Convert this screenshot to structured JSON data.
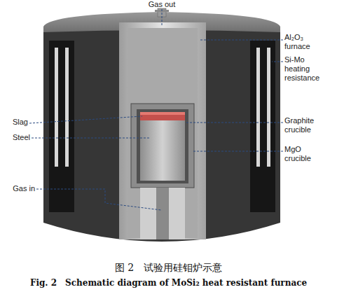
{
  "diagram": {
    "caption": "图 2　试验用硅钼炉示意",
    "labels": [
      "Gas out",
      "Al₂O₃ furnace",
      "Si-Mo heating resistance",
      "Slag",
      "Graphite crucible",
      "Steel",
      "MgO crucible",
      "Gas in",
      "Fig. 2　Schematic diagram of MoSi₂ heat resistant furnace"
    ]
  }
}
